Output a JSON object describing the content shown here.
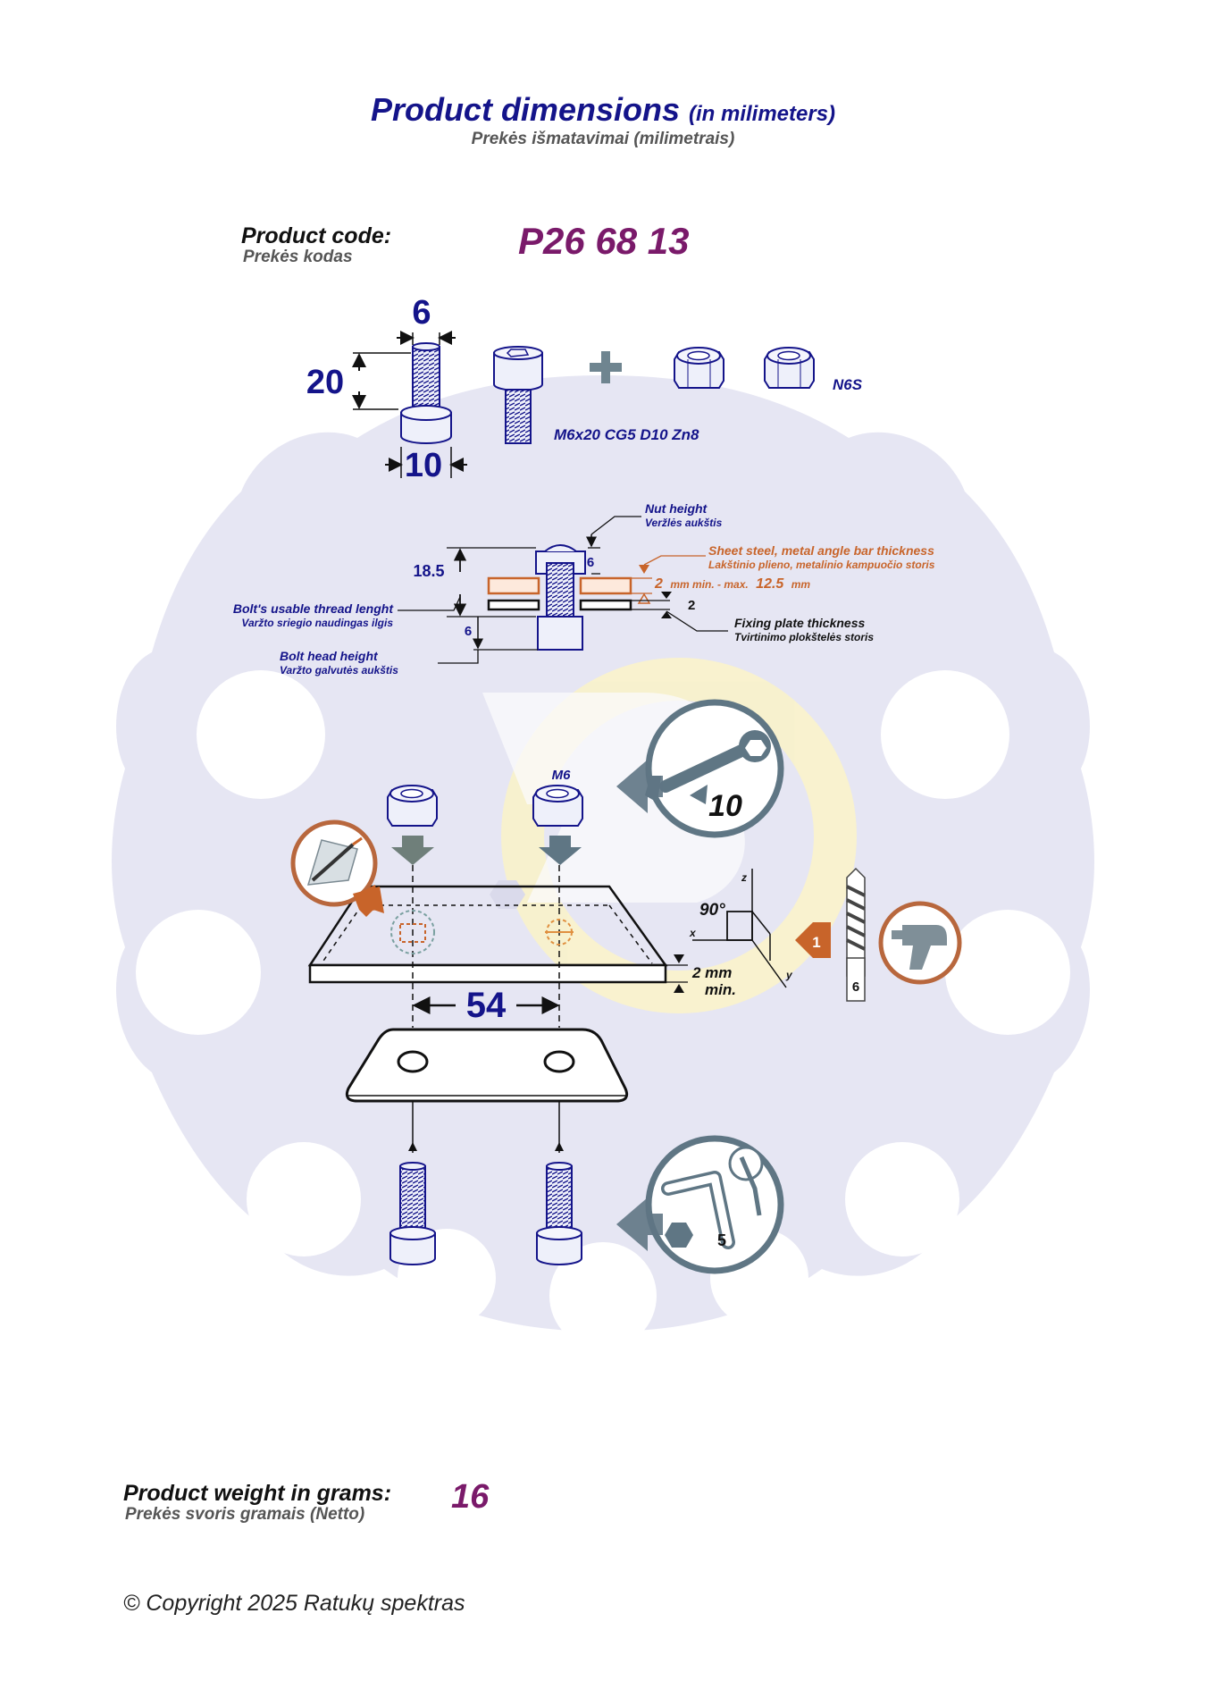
{
  "header": {
    "title": "Product dimensions",
    "title_unit": "(in milimeters)",
    "subtitle_lt": "Prekės išmatavimai (milimetrais)"
  },
  "product": {
    "code_label": "Product code:",
    "code_label_lt": "Prekės kodas",
    "code": "P26 68 13",
    "weight_label": "Product weight in grams:",
    "weight_label_lt": "Prekės svoris gramais (Netto)",
    "weight": "16"
  },
  "bolt": {
    "thread_diameter": "6",
    "length": "20",
    "head_diameter": "10",
    "spec": "M6x20 CG5 D10 Zn8",
    "nut_code": "N6S"
  },
  "section": {
    "nut_height_label": "Nut height",
    "nut_height_label_lt": "Veržlės aukštis",
    "nut_height": "6",
    "sheet_label": "Sheet steel, metal angle bar thickness",
    "sheet_label_lt": "Lakštinio plieno, metalinio kampuočio storis",
    "sheet_min": "2",
    "sheet_min_text": "mm min. - max.",
    "sheet_max": "12.5",
    "sheet_max_unit": "mm",
    "thread_length": "18.5",
    "thread_label": "Bolt's usable thread lenght",
    "thread_label_lt": "Varžto sriegio naudingas ilgis",
    "head_height": "6",
    "head_label": "Bolt head height",
    "head_label_lt": "Varžto galvutės aukštis",
    "plate_thickness": "2",
    "plate_label": "Fixing plate thickness",
    "plate_label_lt": "Tvirtinimo plokštelės storis"
  },
  "assembly": {
    "nut_size": "M6",
    "wrench_size": "10",
    "hole_spacing": "54",
    "angle": "90°",
    "axis_x": "x",
    "axis_y": "y",
    "axis_z": "z",
    "min_thickness": "2 mm",
    "min_label": "min.",
    "step": "1",
    "drill_size": "6",
    "hex_key_size": "5"
  },
  "footer": {
    "copyright": "© Copyright 2025 Ratukų spektras"
  },
  "colors": {
    "navy": "#14148a",
    "purple": "#7a1a6a",
    "orange": "#c8642a",
    "steel": "#5f7684",
    "watermark": "#e4e4f2"
  }
}
